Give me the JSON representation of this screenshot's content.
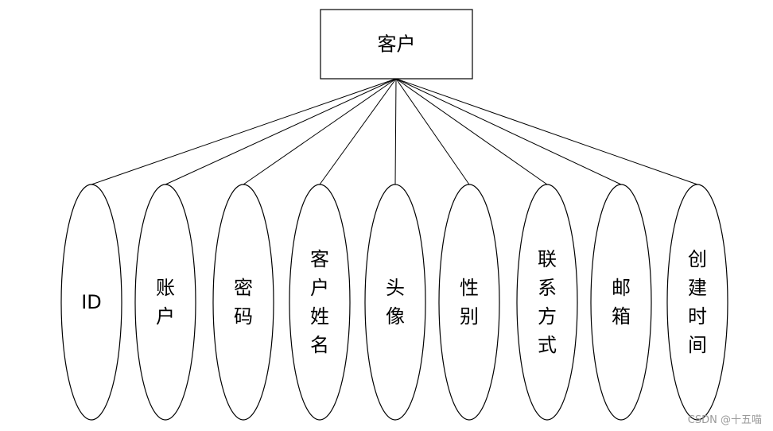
{
  "entity": {
    "label": "客户"
  },
  "attributes": [
    {
      "id": "id",
      "label": "ID"
    },
    {
      "id": "account",
      "label": "账户"
    },
    {
      "id": "password",
      "label": "密码"
    },
    {
      "id": "customer-name",
      "label": "客户姓名"
    },
    {
      "id": "avatar",
      "label": "头像"
    },
    {
      "id": "gender",
      "label": "性别"
    },
    {
      "id": "contact",
      "label": "联系方式"
    },
    {
      "id": "email",
      "label": "邮箱"
    },
    {
      "id": "created-time",
      "label": "创建时间"
    }
  ],
  "watermark": "CSDN @十五喵"
}
